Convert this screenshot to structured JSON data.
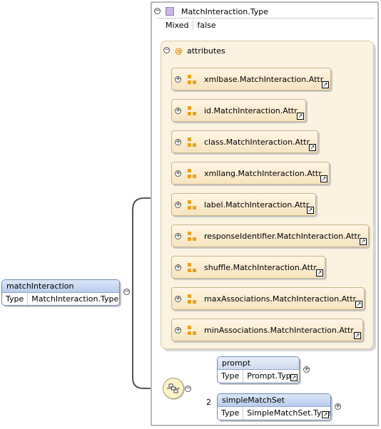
{
  "root_element": {
    "name": "matchInteraction",
    "type_key": "Type",
    "type_value": "MatchInteraction.Type"
  },
  "complex_type": {
    "name": "MatchInteraction.Type",
    "mixed_key": "Mixed",
    "mixed_value": "false"
  },
  "attributes_group": {
    "label": "attributes",
    "items": [
      "xmlbase.MatchInteraction.Attr",
      "id.MatchInteraction.Attr",
      "class.MatchInteraction.Attr",
      "xmllang.MatchInteraction.Attr",
      "label.MatchInteraction.Attr",
      "responseIdentifier.MatchInteraction.Attr",
      "shuffle.MatchInteraction.Attr",
      "maxAssociations.MatchInteraction.Attr",
      "minAssociations.MatchInteraction.Attr"
    ]
  },
  "sequence": {
    "children": [
      {
        "name": "prompt",
        "type_key": "Type",
        "type_value": "Prompt.Type",
        "cardinality": ""
      },
      {
        "name": "simpleMatchSet",
        "type_key": "Type",
        "type_value": "SimpleMatchSet.Type",
        "cardinality": "2"
      }
    ]
  },
  "glyphs": {
    "expand": "+",
    "collapse": "−",
    "at": "@",
    "link_arrow": "↗"
  },
  "colors": {
    "attr_icon": "#e8a21c",
    "type_swatch": "#c9b8e6",
    "element_header": "#b8cdec"
  }
}
